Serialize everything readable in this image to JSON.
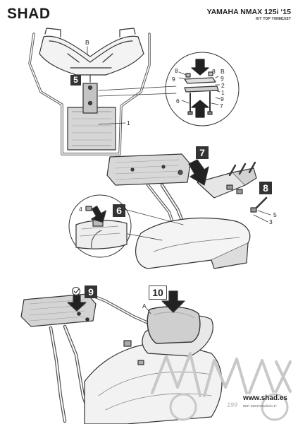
{
  "header": {
    "brand": "SHAD",
    "model": "YAMAHA NMAX 125i ‘15",
    "kit": "KIT TOP Y0NM15ST"
  },
  "steps": {
    "s5": "5",
    "s6": "6",
    "s7": "7",
    "s8": "8",
    "s9": "9",
    "s10": "10"
  },
  "labels": {
    "b_top": "B",
    "one_plate": "1",
    "d_8": "8",
    "d_9a": "9",
    "d_b": "B",
    "d_8b": "8",
    "d_9b": "9",
    "d_2": "2",
    "d_1": "1",
    "d_9c": "9",
    "d_6": "6",
    "d_7": "7",
    "c_4": "4",
    "r_5": "5",
    "r_3": "3",
    "a_label": "A"
  },
  "footer": {
    "website": "www.shad.es",
    "ref": "REF. 500479 Edición 1ª",
    "watermark_num": "199"
  }
}
